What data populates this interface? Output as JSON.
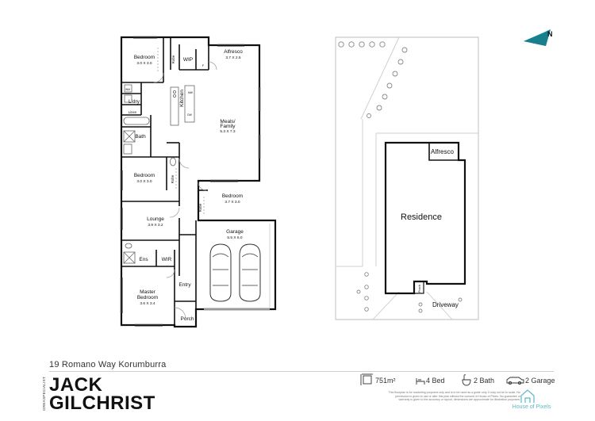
{
  "floor_plan": {
    "rooms": {
      "bedroom_top": {
        "name": "Bedroom",
        "size": "3.0 X 3.0"
      },
      "wip": {
        "name": "WIP"
      },
      "robe_top": {
        "name": "Robe"
      },
      "alfresco": {
        "name": "Alfresco",
        "size": "3.7 X 2.5"
      },
      "kitchen": {
        "name": "Kitchen"
      },
      "ldry": {
        "name": "L'dry"
      },
      "linen": {
        "name": "Linen"
      },
      "bath": {
        "name": "Bath"
      },
      "meals": {
        "name_line1": "Meals/",
        "name_line2": "Family",
        "size": "5.3 X 7.3"
      },
      "bedroom_mid": {
        "name": "Bedroom",
        "size": "3.0 X 3.0"
      },
      "robe_mid": {
        "name": "Robe"
      },
      "bedroom_right": {
        "name": "Bedroom",
        "size": "3.7 X 3.0"
      },
      "robe_right": {
        "name": "Robe"
      },
      "lounge": {
        "name": "Lounge",
        "size": "3.9 X 3.2"
      },
      "garage": {
        "name": "Garage",
        "size": "5.5 X 6.0"
      },
      "ens": {
        "name": "Ens"
      },
      "wir": {
        "name": "WIR"
      },
      "entry": {
        "name": "Entry"
      },
      "master": {
        "name_line1": "Master",
        "name_line2": "Bedroom",
        "size": "3.6 X 3.4"
      },
      "porch": {
        "name": "Porch"
      }
    },
    "appliances": {
      "wm": "WM",
      "dw": "DW",
      "mw": "MW",
      "fridge": "F"
    }
  },
  "site_plan": {
    "north": "N",
    "residence": "Residence",
    "alfresco": "Alfresco",
    "driveway": "Driveway",
    "porch": "Porch"
  },
  "footer": {
    "address": "19 Romano Way Korumburra",
    "agent_line1": "JACK",
    "agent_line2": "GILCHRIST",
    "agent_tag": "GREASPECIALIST",
    "stats": {
      "land": "751m²",
      "bed": "4 Bed",
      "bath": "2 Bath",
      "garage": "2 Garage"
    },
    "disclaimer": "This floorplan is for marketing purposes only and is to be used as a guide only. It may not be to scale. No permission is given to use or alter this plan without the consent of House of Pixels. No guarantee or warranty is given to the accuracy or layout, dimensions are approximate for illustration purposes.",
    "brand": "House of Pixels"
  },
  "colors": {
    "accent": "#29b6c8",
    "accent_dark": "#1a7f8c",
    "wall": "#111111",
    "tree": "#888888"
  }
}
